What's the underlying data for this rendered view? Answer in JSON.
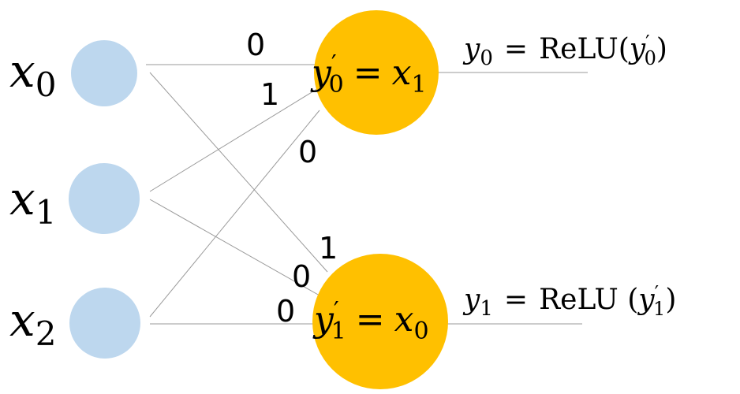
{
  "colors": {
    "input_node": "#bdd7ee",
    "output_node": "#ffc000",
    "edge": "#9a9a9a",
    "text": "#000000"
  },
  "inputs": [
    {
      "var": "x",
      "sub": "0"
    },
    {
      "var": "x",
      "sub": "1"
    },
    {
      "var": "x",
      "sub": "2"
    }
  ],
  "outputs": [
    {
      "lhs_var": "y",
      "lhs_sub": "0",
      "eq": "=",
      "rhs_var": "x",
      "rhs_sub": "1"
    },
    {
      "lhs_var": "y",
      "lhs_sub": "1",
      "eq": "=",
      "rhs_var": "x",
      "rhs_sub": "0"
    }
  ],
  "activations": [
    {
      "var": "y",
      "sub": "0",
      "eq": "=",
      "fn": "ReLU(",
      "arg_var": "y",
      "arg_sub": "0",
      "close": ")"
    },
    {
      "var": "y",
      "sub": "1",
      "eq": "=",
      "fn": "ReLU (",
      "arg_var": "y",
      "arg_sub": "1",
      "close": ")"
    }
  ],
  "edges": [
    {
      "from": 0,
      "to": 0,
      "weight": "0"
    },
    {
      "from": 1,
      "to": 0,
      "weight": "1"
    },
    {
      "from": 2,
      "to": 0,
      "weight": "0"
    },
    {
      "from": 0,
      "to": 1,
      "weight": "1"
    },
    {
      "from": 1,
      "to": 1,
      "weight": "0"
    },
    {
      "from": 2,
      "to": 1,
      "weight": "0"
    }
  ]
}
